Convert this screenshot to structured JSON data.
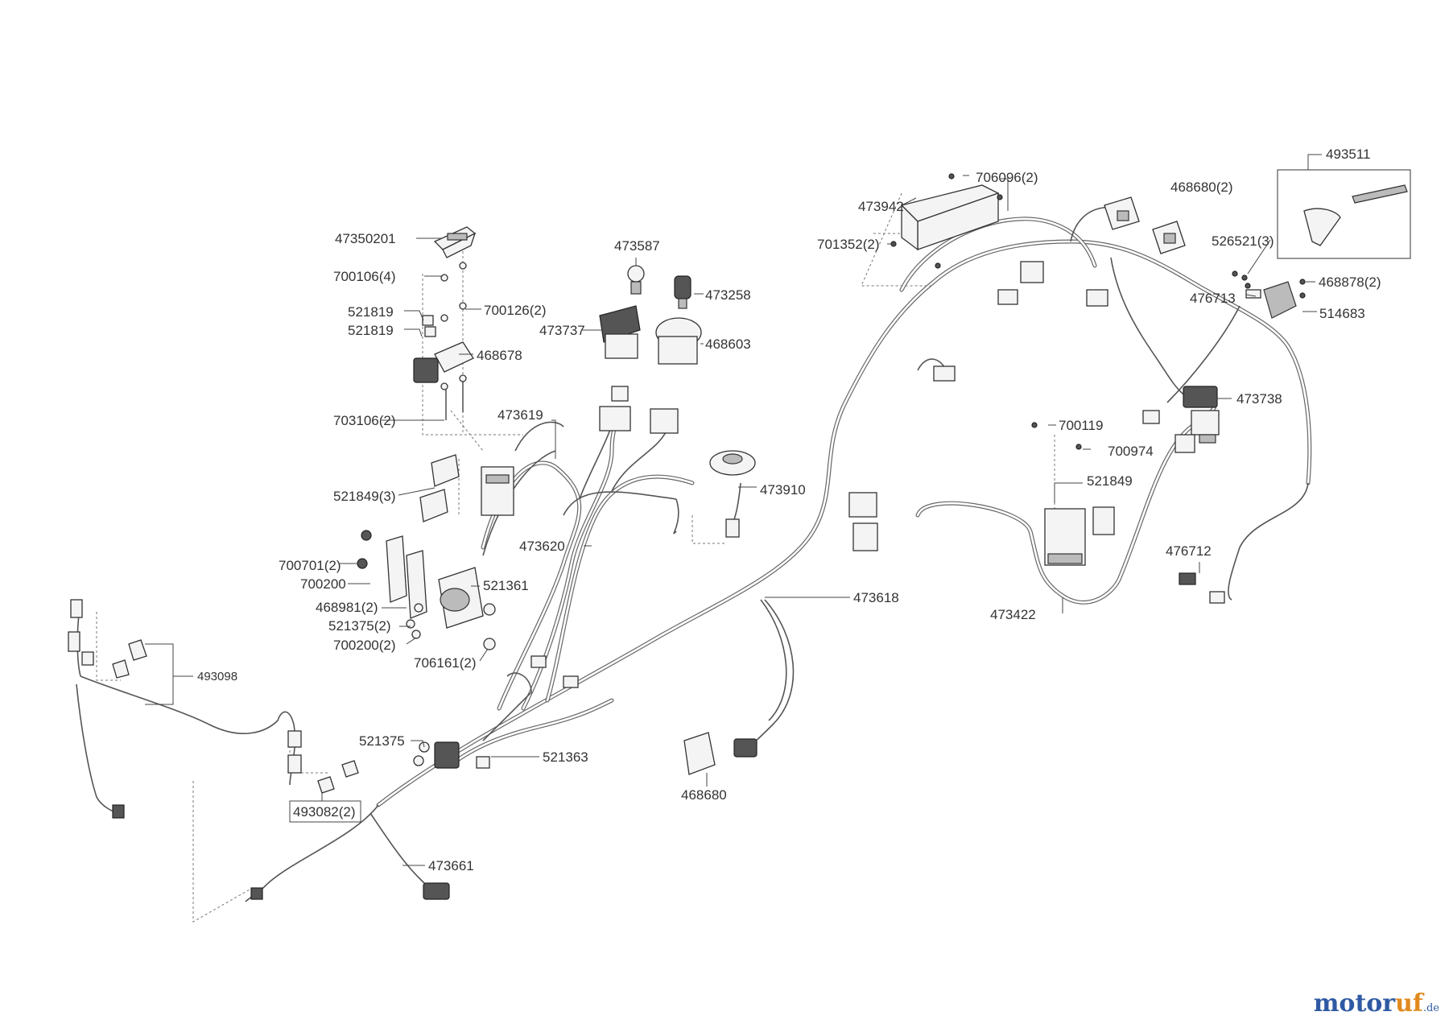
{
  "diagram": {
    "type": "wiring-harness-exploded-view",
    "part_labels": [
      {
        "id": "p493511",
        "text": "493511"
      },
      {
        "id": "p706096",
        "text": "706096(2)"
      },
      {
        "id": "p468680b",
        "text": "468680(2)"
      },
      {
        "id": "p473942",
        "text": "473942"
      },
      {
        "id": "p701352",
        "text": "701352(2)"
      },
      {
        "id": "p526521",
        "text": "526521(3)"
      },
      {
        "id": "p468878",
        "text": "468878(2)"
      },
      {
        "id": "p476713",
        "text": "476713"
      },
      {
        "id": "p514683",
        "text": "514683"
      },
      {
        "id": "p47350201",
        "text": "47350201"
      },
      {
        "id": "p700106",
        "text": "700106(4)"
      },
      {
        "id": "p521819a",
        "text": "521819"
      },
      {
        "id": "p700126",
        "text": "700126(2)"
      },
      {
        "id": "p521819b",
        "text": "521819"
      },
      {
        "id": "p468678",
        "text": "468678"
      },
      {
        "id": "p703106",
        "text": "703106(2)"
      },
      {
        "id": "p473587",
        "text": "473587"
      },
      {
        "id": "p473258",
        "text": "473258"
      },
      {
        "id": "p473737",
        "text": "473737"
      },
      {
        "id": "p468603",
        "text": "468603"
      },
      {
        "id": "p473619",
        "text": "473619"
      },
      {
        "id": "p473738",
        "text": "473738"
      },
      {
        "id": "p700119",
        "text": "700119"
      },
      {
        "id": "p700974",
        "text": "700974"
      },
      {
        "id": "p521849a",
        "text": "521849(3)"
      },
      {
        "id": "p473910",
        "text": "473910"
      },
      {
        "id": "p521849b",
        "text": "521849"
      },
      {
        "id": "p473620",
        "text": "473620"
      },
      {
        "id": "p476712",
        "text": "476712"
      },
      {
        "id": "p700701",
        "text": "700701(2)"
      },
      {
        "id": "p700200a",
        "text": "700200"
      },
      {
        "id": "p521361",
        "text": "521361"
      },
      {
        "id": "p473618",
        "text": "473618"
      },
      {
        "id": "p468981",
        "text": "468981(2)"
      },
      {
        "id": "p473422",
        "text": "473422"
      },
      {
        "id": "p521375a",
        "text": "521375(2)"
      },
      {
        "id": "p700200b",
        "text": "700200(2)"
      },
      {
        "id": "p706161",
        "text": "706161(2)"
      },
      {
        "id": "p493098",
        "text": "493098"
      },
      {
        "id": "p521375b",
        "text": "521375"
      },
      {
        "id": "p521363",
        "text": "521363"
      },
      {
        "id": "p468680a",
        "text": "468680"
      },
      {
        "id": "p493082",
        "text": "493082(2)"
      },
      {
        "id": "p473661",
        "text": "473661"
      }
    ]
  },
  "watermark": {
    "name_primary": "motor",
    "name_accent": "uf",
    "suffix": ".de",
    "color_primary": "#2f5aa3",
    "color_accent": "#e08a1e"
  }
}
